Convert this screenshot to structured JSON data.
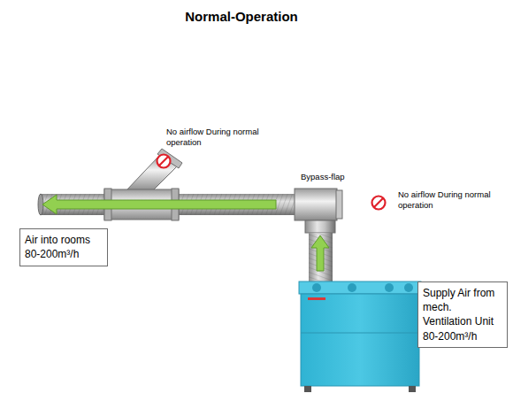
{
  "diagram": {
    "title": "Normal-Operation",
    "nodes": [
      {
        "text": [
          "Air into rooms 80-200m³/h"
        ]
      },
      {
        "text": [
          "Supply Air from mech. Ventilation Unit 80-200m³/h"
        ]
      }
    ],
    "labels": [
      "No airflow During normal operation",
      "Bypass-flap",
      "No airflow During normal operation"
    ]
  }
}
